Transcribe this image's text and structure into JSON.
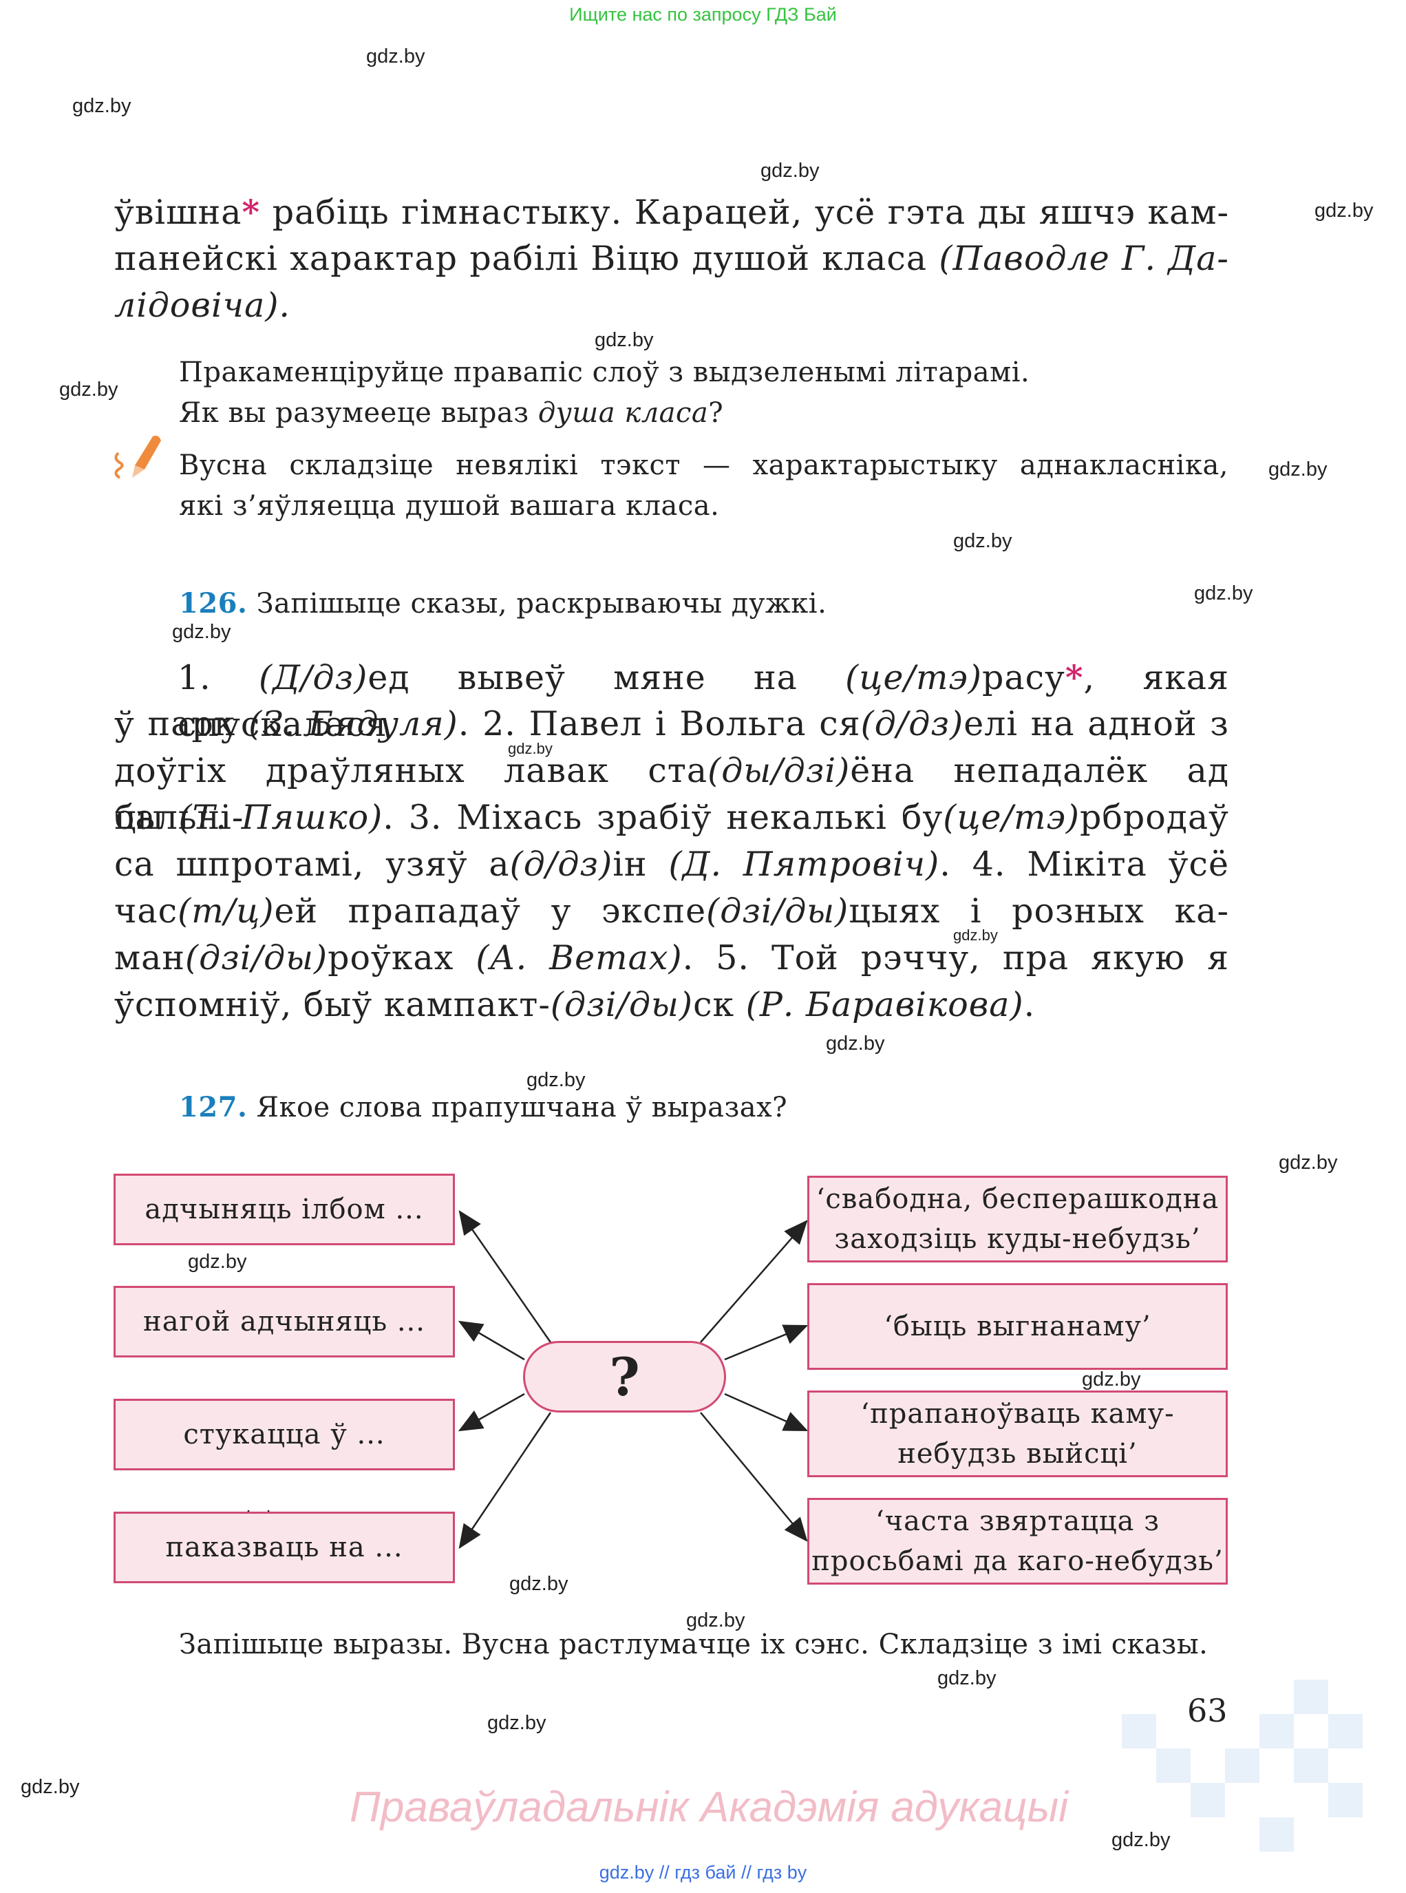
{
  "top_note": "Ищите нас по запросу ГДЗ Бай",
  "watermark": "gdz.by",
  "continuation": {
    "l1a": "ўвішна",
    "l1b": " рабіць гімнастыку. Карацей, усё гэта ды яшчэ кам-",
    "l2a": "панейскі характар рабілі Віцю душой класа ",
    "l2b": "(Паводле Г. Да-",
    "l3": "лідовіча)."
  },
  "tasks": {
    "q1": "Пракаменціруйце правапіс слоў з выдзеленымі літарамі.",
    "q2a": "Як вы разумееце выраз ",
    "q2b": "душа класа",
    "q2c": "?",
    "q3": "Вусна складзіце невялікі тэкст — характарыстыку аднакласніка,",
    "q4": "які з’яўляецца душой вашага класа."
  },
  "ex126": {
    "number": "126.",
    "title": " Запішыце сказы, раскрываючы дужкі.",
    "s1": {
      "a": "1. ",
      "b": "(Д/дз)",
      "c": "ед вывеў мяне на ",
      "d": "(це/тэ)",
      "e": "расу",
      "f": ", якая спускалася"
    },
    "s2": {
      "a": "ў парк ",
      "b": "(З. Бядуля)",
      "c": ". 2. Павел і Вольга ся",
      "d": "(д/дз)",
      "e": "елі на адной з"
    },
    "s3": {
      "a": "доўгіх драўляных лавак ста",
      "b": "(ды/дзі)",
      "c": "ёна непадалёк ад бальні-"
    },
    "s4": {
      "a": "цы ",
      "b": "(Т. Пяшко)",
      "c": ". 3. Міхась зрабіў некалькі бу",
      "d": "(це/тэ)",
      "e": "рбродаў"
    },
    "s5": {
      "a": "са шпротамі, узяў а",
      "b": "(д/дз)",
      "c": "ін ",
      "d": "(Д. Пятровіч)",
      "e": ". 4. Мікіта ўсё"
    },
    "s6": {
      "a": "час",
      "b": "(т/ц)",
      "c": "ей прападаў у экспе",
      "d": "(дзі/ды)",
      "e": "цыях і розных ка-"
    },
    "s7": {
      "a": "ман",
      "b": "(дзі/ды)",
      "c": "роўках ",
      "d": "(А. Ветах)",
      "e": ". 5. Той рэччу, пра якую я"
    },
    "s8": {
      "a": "ўспомніў, быў кампакт-",
      "b": "(дзі/ды)",
      "c": "ск ",
      "d": "(Р. Баравікова)",
      "e": "."
    }
  },
  "ex127": {
    "number": "127.",
    "title": " Якое слова прапушчана ў выразах?",
    "center": "?",
    "left_boxes": [
      "адчыняць ілбом ...",
      "нагой адчыняць ...",
      "стукацца ў ...",
      "паказваць на ..."
    ],
    "right_boxes": [
      {
        "l1": "‘свабодна, беспераш­кодна",
        "l2": "заходзіць куды-небудзь’"
      },
      {
        "l1": "‘быць выгнанаму’",
        "l2": ""
      },
      {
        "l1": "‘прапаноўваць каму-",
        "l2": "небудзь выйсці’"
      },
      {
        "l1": "‘часта звяртацца з",
        "l2": "просьбамі да каго-небудзь’"
      }
    ],
    "after": "Запішыце выразы. Вусна растлумачце іх сэнс. Складзіце з імі сказы."
  },
  "page_number": "63",
  "rights_holder": "Праваўладальнік Акадэмія адукацыі",
  "footer": "gdz.by  //  гдз бай  //  гдз by",
  "colors": {
    "accent_blue": "#1a7fbd",
    "star": "#d2246b",
    "box_fill": "#fae6ea",
    "box_border": "#d24a74",
    "link_green": "#35c33f"
  }
}
